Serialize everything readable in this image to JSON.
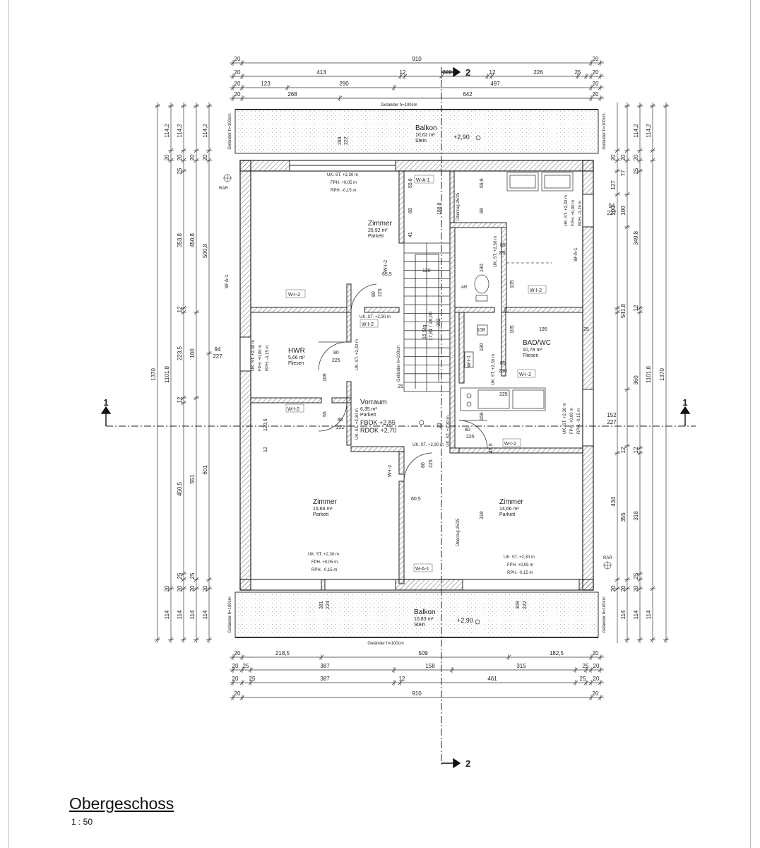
{
  "title": "Obergeschoss",
  "scale": "1 : 50",
  "dims_top": {
    "row1": [
      "20",
      "910",
      "20"
    ],
    "row2": [
      "20",
      "413",
      "12",
      "222",
      "12",
      "226",
      "25",
      "20"
    ],
    "row3": [
      "20",
      "123",
      "290",
      "497",
      "20"
    ],
    "row4": [
      "20",
      "268",
      "642",
      "20"
    ]
  },
  "dims_bottom": {
    "row1": [
      "20",
      "218,5",
      "509",
      "182,5",
      "20"
    ],
    "row2": [
      "20",
      "25",
      "387",
      "158",
      "315",
      "25",
      "20"
    ],
    "row3": [
      "20",
      "25",
      "387",
      "12",
      "461",
      "25",
      "20"
    ],
    "row4": [
      "20",
      "910",
      "20"
    ]
  },
  "dims_left": {
    "outer": "1370",
    "c2": "1101,8",
    "c3": [
      "114,2",
      "20",
      "25",
      "353,8",
      "12",
      "223,5",
      "12",
      "450,5",
      "25",
      "20",
      "114"
    ],
    "c4": [
      "114,2",
      "20",
      "450,8",
      "100",
      "551",
      "20",
      "114"
    ],
    "c5": [
      "114,2",
      "20",
      "500,8",
      "601",
      "20",
      "114"
    ]
  },
  "dims_right": {
    "outer": "1370",
    "c2": "1101,8",
    "c3": [
      "114,2",
      "20",
      "25",
      "541,8",
      "360",
      "25",
      "20",
      "114"
    ],
    "c4": [
      "20",
      "127",
      "100",
      "349,8",
      "12",
      "434",
      "12",
      "20"
    ],
    "c5": [
      "20",
      "77",
      "94",
      "227",
      "152",
      "227",
      "355",
      "318"
    ]
  },
  "section": {
    "s1": "1",
    "s2": "2"
  },
  "rooms": [
    {
      "name": "Zimmer",
      "area": "26,92 m²",
      "floor": "Parkett"
    },
    {
      "name": "HWR",
      "area": "5,66 m²",
      "floor": "Fliesen"
    },
    {
      "name": "Vorraum",
      "area": "6,35 m²",
      "floor": "Parkett"
    },
    {
      "name": "BAD/WC",
      "area": "10,78 m²",
      "floor": "Fliesen"
    },
    {
      "name": "Zimmer",
      "area": "15,66 m²",
      "floor": "Parkett"
    },
    {
      "name": "Zimmer",
      "area": "14,66 m²",
      "floor": "Parkett"
    },
    {
      "name": "Balkon",
      "area": "10,62 m²",
      "floor": "Stein"
    },
    {
      "name": "Balkon",
      "area": "10,83 m²",
      "floor": "Stein"
    }
  ],
  "levels": {
    "balkon_top": "+2,90",
    "balkon_bottom": "+2,90",
    "fbok": "FBOK +2,85",
    "rdok": "RDOK +2,70"
  },
  "labels": {
    "gelaender": "Geländer h=100cm",
    "rar": "RAR",
    "ar": "AR",
    "stair": "16 Stg.",
    "stair2": "17,81 / 28,00",
    "stair3": "392",
    "ueberzug": "Überzug 25/25",
    "uk_st": "UK. ST. +2,30 m",
    "fph": "FPH. +0,05 m",
    "rph": "RPH. -0,15 m",
    "fph0": "FPH. +0,00 m",
    "wall_wi2": "W-I-2",
    "wall_wi1": "W-I-1",
    "wall_wa1": "W-A-1"
  },
  "inner_dims": [
    "284",
    "222",
    "59,8",
    "188,8",
    "59,8",
    "88",
    "88",
    "41",
    "120",
    "65,5",
    "80",
    "225",
    "85",
    "230",
    "190",
    "105",
    "108",
    "195",
    "25",
    "80",
    "225",
    "109",
    "55",
    "80",
    "222",
    "120,5",
    "12",
    "29",
    "80",
    "225",
    "158",
    "45,5",
    "80",
    "225",
    "60,5",
    "318",
    "381",
    "224",
    "309",
    "222",
    "94",
    "227",
    "152",
    "227"
  ]
}
